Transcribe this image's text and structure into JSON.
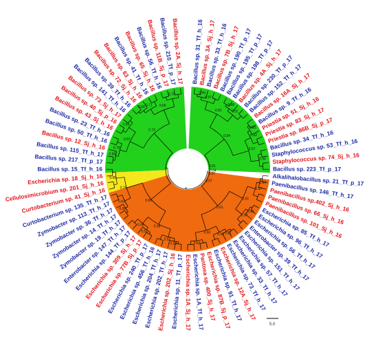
{
  "tree": {
    "colors": {
      "blue_label": "#1d2aa6",
      "red_label": "#e0161c",
      "green_clade": "#22d11c",
      "orange_clade": "#f06a0f",
      "yellow_clade": "#f4e71c",
      "branch": "#000000",
      "background": "#ffffff"
    },
    "leaves": [
      {
        "label": "Bacillus sp. 31_Tf_h_16",
        "color": "blue"
      },
      {
        "label": "Bacillus sp. 3A_Sj_h_17",
        "color": "red"
      },
      {
        "label": "Bacillus sp. 33_Tf_h_16",
        "color": "blue"
      },
      {
        "label": "Bacillus sp. 7B_Sj_h_17",
        "color": "red"
      },
      {
        "label": "Bacillus sp. 190_Tf_p_17",
        "color": "blue"
      },
      {
        "label": "Bacillus sp. 195_Tf_p_17",
        "color": "blue"
      },
      {
        "label": "Bacillus sp. 198_Tf_p_17",
        "color": "blue"
      },
      {
        "label": "Bacillus sp. 4A_Sj_h_17",
        "color": "red"
      },
      {
        "label": "Bacillus sp. 230_Tf_p_17",
        "color": "blue"
      },
      {
        "label": "Bacillus sp. 152_Tf_h_17",
        "color": "blue"
      },
      {
        "label": "Bacillus sp. 16A_Sj_h_17",
        "color": "red"
      },
      {
        "label": "Bacillus sp. 9_Tf_h_16",
        "color": "blue"
      },
      {
        "label": "Priestia sp. 51_Sj_h_16",
        "color": "red"
      },
      {
        "label": "Priestia sp. 83_Sj_h_17",
        "color": "red"
      },
      {
        "label": "Priestia sp. 86B_Sj_p_17",
        "color": "red"
      },
      {
        "label": "Bacillus sp. 34_Tf_h_16",
        "color": "blue"
      },
      {
        "label": "Staphylococcus sp. 53_Tf_h_16",
        "color": "blue"
      },
      {
        "label": "Staphylococcus sp. 74_Sj_h_16",
        "color": "red"
      },
      {
        "label": "Bacillus sp. 223_Tf_p_17",
        "color": "blue"
      },
      {
        "label": "Alkalihalobacillus sp. 21_Tf_p_17",
        "color": "blue"
      },
      {
        "label": "Paenibacillus sp. 146_Tf_h_17",
        "color": "blue"
      },
      {
        "label": "Paenibacillus sp.402_Sj_h_16",
        "color": "red"
      },
      {
        "label": "Paenibacillus sp. 66_Sj_h_16",
        "color": "red"
      },
      {
        "label": "Paenibacillus sp. 101_Sj_h_16",
        "color": "red"
      },
      {
        "label": "Escherichia sp. 85_Tf_h_17",
        "color": "blue"
      },
      {
        "label": "Escherichia sp. 96_Tf_h_17",
        "color": "blue"
      },
      {
        "label": "Escherichia sp. 56_Tf_h_17",
        "color": "blue"
      },
      {
        "label": "Enterobacter sp. 39_Tf_h_17",
        "color": "blue"
      },
      {
        "label": "Escherichia sp. 151_Tf_h_17",
        "color": "blue"
      },
      {
        "label": "Escherichia sp. 57_Tf_h_17",
        "color": "blue"
      },
      {
        "label": "Escherichia sp. 33_Tf_h_17",
        "color": "blue"
      },
      {
        "label": "Escherichia sp. 73_Tf_h_17",
        "color": "blue"
      },
      {
        "label": "Escherichia sp. 12A_Sj_h_17",
        "color": "red"
      },
      {
        "label": "Escherichia sp. 91_Tf_h_17",
        "color": "blue"
      },
      {
        "label": "Escherichia sp. 87B_Sj_p_17",
        "color": "red"
      },
      {
        "label": "Pantoea sp. 400_Sj_h_17",
        "color": "red"
      },
      {
        "label": "Escherichia sp. 1A_Tf_h_17",
        "color": "blue"
      },
      {
        "label": "Escherichia sp. 1A_Sj_h_17",
        "color": "red"
      },
      {
        "label": "Escherichia sp. 11_Tf_p_17",
        "color": "blue"
      },
      {
        "label": "Escherichia sp. 202_Sj_h_16",
        "color": "red"
      },
      {
        "label": "Escherichia sp. 202_Tf_h_17",
        "color": "blue"
      },
      {
        "label": "Escherichia sp. 204_Tf_h_17",
        "color": "blue"
      },
      {
        "label": "Escherichia sp. 456_Tf_h_16",
        "color": "blue"
      },
      {
        "label": "Escherichia sp. 240_Tf_p_17",
        "color": "blue"
      },
      {
        "label": "Escherichia sp. 77B_Sj_p_17",
        "color": "red"
      },
      {
        "label": "Escherichia sp. 309_Sj_h_17",
        "color": "red"
      },
      {
        "label": "Escherichia sp. 144_Tf_p_17",
        "color": "blue"
      },
      {
        "label": "Enterobacter sp. 147_Tf_h_17",
        "color": "blue"
      },
      {
        "label": "Zymobacter sp. 19_Tf_h_17",
        "color": "blue"
      },
      {
        "label": "Zymobacter sp. 14_Tf_h_17",
        "color": "blue"
      },
      {
        "label": "Zymobacter sp. 36_Tf_h_17",
        "color": "blue"
      },
      {
        "label": "Zymobacter sp. 113_Tf_h_17",
        "color": "blue"
      },
      {
        "label": "Curtobacterium sp. 135_Tf_h_17",
        "color": "blue"
      },
      {
        "label": "Curtobacterium sp. 41_Sj_h_16",
        "color": "red"
      },
      {
        "label": "Cellulosimicrobium sp. 201_Sj_h_16",
        "color": "red"
      },
      {
        "label": "Escherichia sp. 18_Sj_h_16",
        "color": "red"
      },
      {
        "label": "Bacillus sp. 15_Tf_h_16",
        "color": "blue"
      },
      {
        "label": "Bacillus sp. 217_Tf_p_17",
        "color": "blue"
      },
      {
        "label": "Bacillus sp. 115_Tf_h_17",
        "color": "blue"
      },
      {
        "label": "Bacillus sp. 12_Sj_h_16",
        "color": "red"
      },
      {
        "label": "Bacillus sp. 50_Tf_h_16",
        "color": "blue"
      },
      {
        "label": "Bacillus sp. 23_Tf_h_16",
        "color": "blue"
      },
      {
        "label": "Bacillus sp. 43_Sj_h_16",
        "color": "red"
      },
      {
        "label": "Bacillus sp. 40_Sj_p_16",
        "color": "red"
      },
      {
        "label": "Bacillus sp. 73_Sj_h_17",
        "color": "red"
      },
      {
        "label": "Bacillus sp. 141_Tf_h_16",
        "color": "blue"
      },
      {
        "label": "Bacillus sp. 39_Tf_h_16",
        "color": "blue"
      },
      {
        "label": "Bacillus sp. 72_Sj_h_16",
        "color": "red"
      },
      {
        "label": "Bacillus sp. 63_Sj_h_16",
        "color": "red"
      },
      {
        "label": "Bacillus sp. 41_Tf_h_16",
        "color": "blue"
      },
      {
        "label": "Bacillus sp. 65_Sj_h_16",
        "color": "red"
      },
      {
        "label": "Bacillus sp. 56_Tf_h_16",
        "color": "blue"
      },
      {
        "label": "Bacillus sp. 11B_Sj_p_17",
        "color": "red"
      },
      {
        "label": "Bacillus sp. 210_Tf_p_17",
        "color": "blue"
      },
      {
        "label": "Bacillus sp. 2A_Sj_h_17",
        "color": "red"
      }
    ],
    "bootstrap_values": [
      "0.96",
      "0.97",
      "0.58",
      "0.81",
      "0.81",
      "0.83",
      "0.92",
      "0.94",
      "0.57",
      "0.54",
      "0.97",
      "0.97",
      "0.25",
      "0.97",
      "0.61",
      "0.91",
      "0.56",
      "0.83",
      "0.93",
      "0.61",
      "0.54",
      "0.58",
      "0.52",
      "0.51",
      "0.58",
      "0.98",
      "0.99",
      "0.63",
      "0.95",
      "0.75",
      "0.86",
      "0.88",
      "0.79",
      "0.84",
      "0.87",
      "0.68",
      "0.71",
      "0.78",
      "0.69",
      "0.73"
    ],
    "root_support": [
      "0.81",
      "0.97",
      "0.97"
    ],
    "scale_bar": {
      "label": "5.0"
    }
  }
}
